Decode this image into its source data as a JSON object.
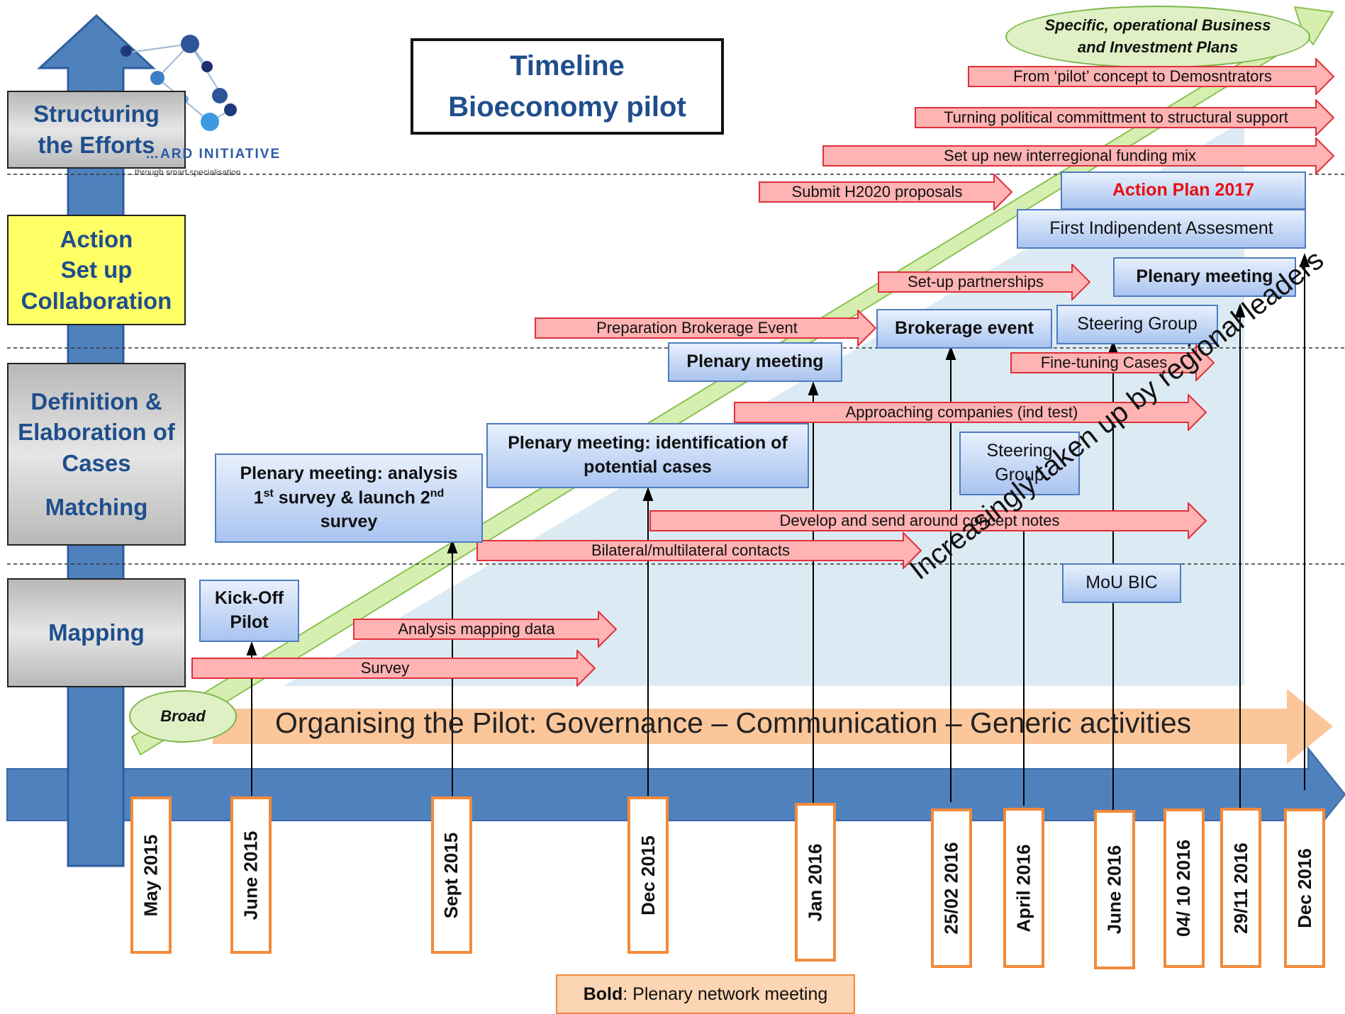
{
  "title": {
    "line1": "Timeline",
    "line2": "Bioeconomy pilot"
  },
  "logo": {
    "name": "…ARD INITIATIVE",
    "tagline": "…through smart specialisation"
  },
  "levels": [
    {
      "lines": [
        "Structuring",
        "the Efforts"
      ],
      "style": "grey"
    },
    {
      "lines": [
        "Action",
        "Set up",
        "Collaboration"
      ],
      "style": "yellow"
    },
    {
      "lines": [
        "Definition &",
        "Elaboration of",
        "Cases",
        "Matching"
      ],
      "style": "grey"
    },
    {
      "lines": [
        "Mapping"
      ],
      "style": "grey"
    }
  ],
  "ovals": {
    "top": [
      "Specific, operational Business",
      "and Investment Plans"
    ],
    "bottom": "Broad"
  },
  "arrows": [
    "From ‘pilot’ concept to Demosntrators",
    "Turning political committment to structural support",
    "Set up new interregional funding mix",
    "Submit H2020 proposals",
    "Set-up partnerships",
    "Preparation Brokerage Event",
    "Fine-tuning Cases",
    "Approaching companies (ind test)",
    "Develop and send around concept notes",
    "Bilateral/multilateral contacts",
    "Analysis mapping data",
    "Survey"
  ],
  "boxes": {
    "action_plan": "Action Plan 2017",
    "first_assessment": "First Indipendent Assesment",
    "plenary_top": "Plenary meeting",
    "steering_top": "Steering Group",
    "brokerage": "Brokerage event",
    "plenary_mid": "Plenary meeting",
    "plenary_cases": [
      "Plenary meeting: identification of",
      "potential cases"
    ],
    "plenary_survey": {
      "line1": "Plenary meeting: analysis",
      "l2a": "1",
      "l2sup1": "st",
      "l2b": " survey & launch 2",
      "l2sup2": "nd",
      "line3": "survey"
    },
    "steering_mid": [
      "Steering",
      "Group"
    ],
    "mou": "MoU BIC",
    "kickoff": [
      "Kick-Off",
      "Pilot"
    ]
  },
  "band_text": "Organising the Pilot: Governance – Communication – Generic activities",
  "diagonal_text": "Increasingly taken up by regional leaders",
  "dates": [
    "May 2015",
    "June 2015",
    "Sept 2015",
    "Dec 2015",
    "Jan 2016",
    "25/02 2016",
    "April  2016",
    "June 2016",
    "04/ 10 2016",
    "29/11 2016",
    "Dec 2016"
  ],
  "legend": {
    "bold": "Bold",
    "rest": ": Plenary network meeting"
  },
  "colors": {
    "axis_blue": "#4f81bd",
    "arrow_pink": "#ffb3b3",
    "arrow_red": "#e0303a",
    "band_orange": "#fbc69a",
    "title_blue": "#1f4e8c",
    "highlight_red": "#e81010",
    "date_border": "#f28a3a",
    "level_yellow": "#ffff66",
    "green_diagonal": "#c9e89a",
    "light_blue_area": "#dcebf3"
  }
}
